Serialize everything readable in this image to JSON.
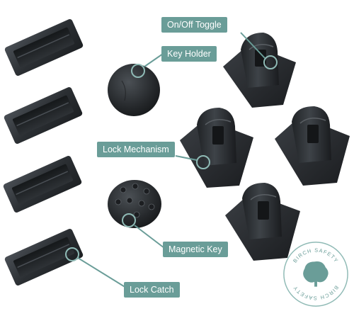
{
  "labels": {
    "on_off_toggle": "On/Off Toggle",
    "key_holder": "Key Holder",
    "lock_mechanism": "Lock Mechanism",
    "magnetic_key": "Magnetic Key",
    "lock_catch": "Lock Catch"
  },
  "seal": {
    "text_top": "BIRCH SAFETY",
    "text_bottom": "BIRCH SAFETY"
  },
  "colors": {
    "accent": "#6a9d98",
    "product": "#2a2d30",
    "background": "#ffffff"
  }
}
